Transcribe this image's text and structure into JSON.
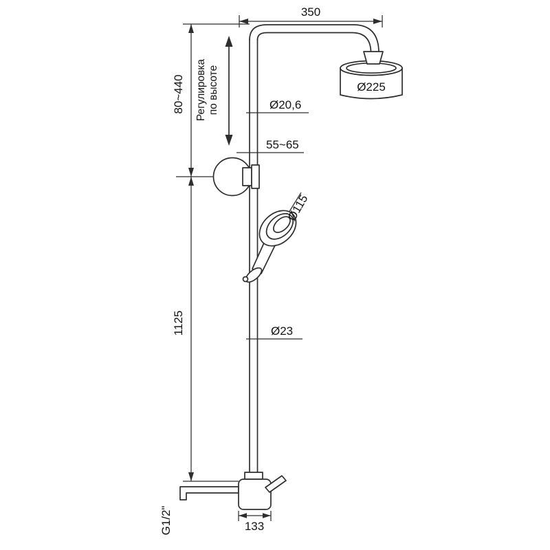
{
  "diagram": {
    "colors": {
      "line": "#2e2e2e",
      "dimension_line": "#2e2e2e",
      "text": "#141414",
      "background": "#ffffff"
    },
    "labels": {
      "arm_reach": "350",
      "height_adjustment_range": "80~440",
      "height_adjustment_caption_line1": "Регулировка",
      "height_adjustment_caption_line2": "по высоте",
      "upper_pipe_diameter": "Ø20,6",
      "wall_offset": "55~65",
      "overhead_shower_diameter": "Ø225",
      "hand_shower_diameter": "Ø115",
      "column_height": "1125",
      "lower_pipe_diameter": "Ø23",
      "connection_thread": "G1/2\"",
      "mixer_width": "133"
    }
  }
}
